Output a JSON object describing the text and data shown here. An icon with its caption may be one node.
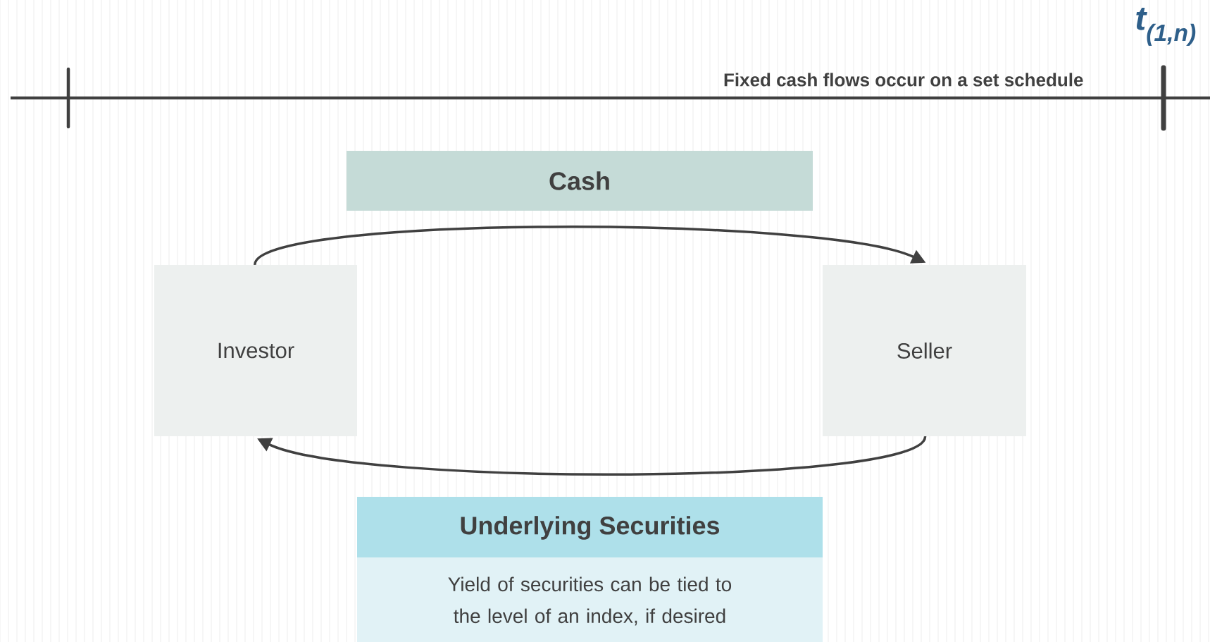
{
  "diagram": {
    "nodes": [
      {
        "text": [
          "Cash"
        ]
      },
      {
        "text": [
          "Investor"
        ]
      },
      {
        "text": [
          "Seller"
        ]
      },
      {
        "text": [
          "Underlying Securities",
          "Yield of securities can be tied to the level of an index, if desired"
        ]
      }
    ],
    "edges": [
      {
        "from": 1,
        "to": 2,
        "arrow": "to"
      },
      {
        "from": 2,
        "to": 1,
        "arrow": "to"
      }
    ],
    "labels": [
      "Fixed cash flows occur on a set schedule",
      "t$_{(1,n)}$"
    ]
  }
}
